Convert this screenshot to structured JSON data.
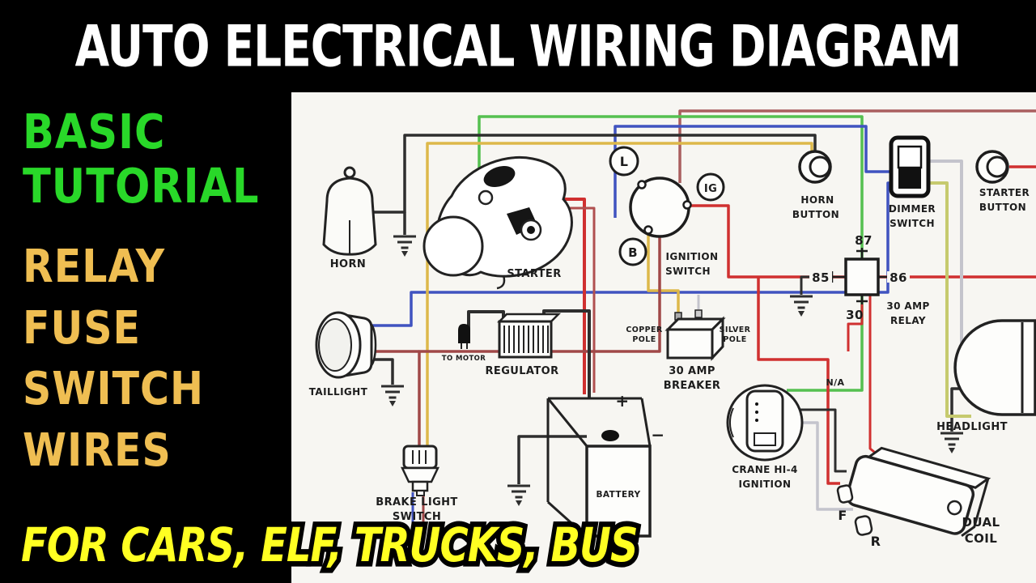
{
  "title": "AUTO ELECTRICAL WIRING DIAGRAM",
  "sidebar": {
    "line1": "BASIC",
    "line2": "TUTORIAL",
    "topics": [
      "RELAY",
      "FUSE",
      "SWITCH",
      "WIRES"
    ]
  },
  "banner": {
    "text": "FOR CARS, ELF, TRUCKS, BUS"
  },
  "colors": {
    "background": "#000000",
    "panel": "#f7f6f2",
    "title_text": "#ffffff",
    "tutorial_green": "#29d829",
    "topics_orange": "#efbe52",
    "banner_yellow": "#ffff22",
    "wire_red": "#d03030",
    "wire_maroon": "#aa5f5f",
    "wire_blue": "#4053c0",
    "wire_green": "#55c050",
    "wire_yellow": "#ddb84a",
    "wire_olive": "#c6ca6e",
    "wire_gray": "#c4c4cc",
    "wire_black": "#2e2e2e",
    "label_ink": "#1d1d1d"
  },
  "diagram": {
    "labels": {
      "horn": "HORN",
      "starter": "STARTER",
      "ignition1": "IGNITION",
      "ignition2": "SWITCH",
      "term_l": "L",
      "term_ig": "IG",
      "term_b": "B",
      "hornbtn1": "HORN",
      "hornbtn2": "BUTTON",
      "dimmer1": "DIMMER",
      "dimmer2": "SWITCH",
      "startbtn1": "STARTER",
      "startbtn2": "BUTTON",
      "pin87": "87",
      "pin85": "85",
      "pin86": "86",
      "pin30": "30",
      "relay1": "30 AMP",
      "relay2": "RELAY",
      "regulator": "REGULATOR",
      "to_motor": "TO MOTOR",
      "copper1": "COPPER",
      "copper2": "POLE",
      "silver1": "SILVER",
      "silver2": "POLE",
      "breaker1": "30 AMP",
      "breaker2": "BREAKER",
      "taillight": "TAILLIGHT",
      "battery": "BATTERY",
      "plus": "+",
      "minus": "−",
      "brake1": "BRAKE LIGHT",
      "brake2": "SWITCH",
      "crane1": "CRANE HI-4",
      "crane2": "IGNITION",
      "na": "N/A",
      "headlight": "HEADLIGHT",
      "f": "F",
      "r": "R",
      "dual": "DUAL",
      "coil": "COIL"
    }
  }
}
